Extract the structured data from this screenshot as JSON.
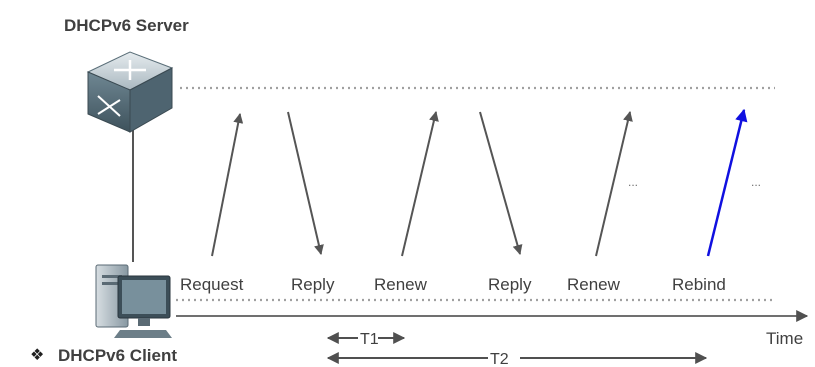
{
  "server_label": "DHCPv6 Server",
  "client_label": "DHCPv6 Client",
  "bullet": "❖",
  "time_label": "Time",
  "t1_label": "T1",
  "t2_label": "T2",
  "ellipsis": "...",
  "messages": [
    {
      "label": "Request",
      "direction": "to-server",
      "highlight": false
    },
    {
      "label": "Reply",
      "direction": "to-client",
      "highlight": false
    },
    {
      "label": "Renew",
      "direction": "to-server",
      "highlight": false
    },
    {
      "label": "Reply",
      "direction": "to-client",
      "highlight": false
    },
    {
      "label": "Renew",
      "direction": "to-server",
      "highlight": false
    },
    {
      "label": "Rebind",
      "direction": "to-server",
      "highlight": true
    }
  ],
  "colors": {
    "arrow": "#555555",
    "highlight_arrow": "#1010e0",
    "timeline": "#707070",
    "dotted": "#a0a0a0"
  },
  "icons": {
    "server": "router-switch-icon",
    "client": "desktop-computer-icon"
  }
}
